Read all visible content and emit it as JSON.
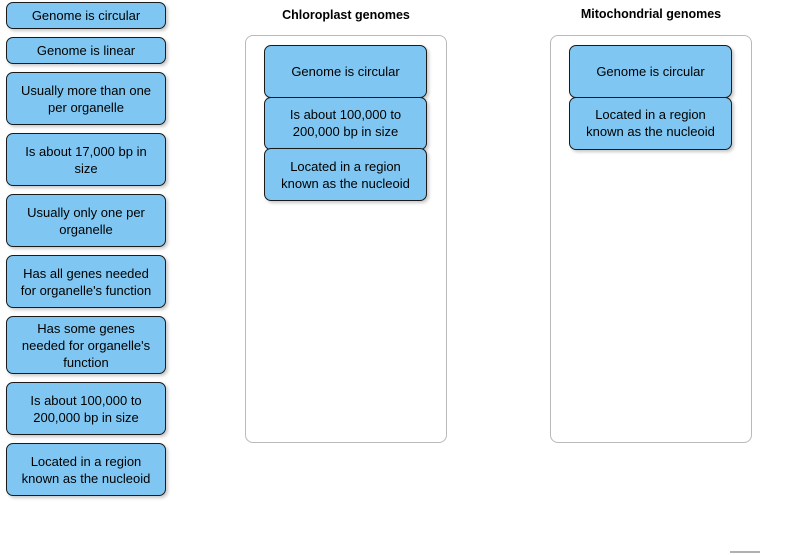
{
  "background_color": "#ffffff",
  "tile_color": "#7fc7f2",
  "tile_border_color": "#1a1a1a",
  "dropzone_border_color": "#b9b9b9",
  "text_color": "#000000",
  "bank": {
    "name": "answer-bank",
    "items": [
      {
        "label": "Genome is circular",
        "lines": 1
      },
      {
        "label": "Genome is linear",
        "lines": 1
      },
      {
        "label": "Usually more than one per organelle",
        "lines": 2
      },
      {
        "label": "Is about 17,000 bp in size",
        "lines": 2
      },
      {
        "label": "Usually only one per organelle",
        "lines": 2
      },
      {
        "label": "Has all genes needed for organelle's function",
        "lines": 2
      },
      {
        "label": "Has some genes needed for organelle's function",
        "lines": 3
      },
      {
        "label": "Is about 100,000 to 200,000 bp in size",
        "lines": 2
      },
      {
        "label": "Located in a region known as the nucleoid",
        "lines": 2
      }
    ]
  },
  "columns": [
    {
      "id": "chloroplast",
      "heading": "Chloroplast genomes",
      "placed": [
        {
          "label": "Genome is circular",
          "lines": 1
        },
        {
          "label": "Is about 100,000 to 200,000 bp in size",
          "lines": 2
        },
        {
          "label": "Located in a region known as the nucleoid",
          "lines": 2
        }
      ]
    },
    {
      "id": "mitochondrial",
      "heading": "Mitochondrial genomes",
      "placed": [
        {
          "label": "Genome is circular",
          "lines": 1
        },
        {
          "label": "Located in a region known as the nucleoid",
          "lines": 2
        }
      ]
    }
  ]
}
